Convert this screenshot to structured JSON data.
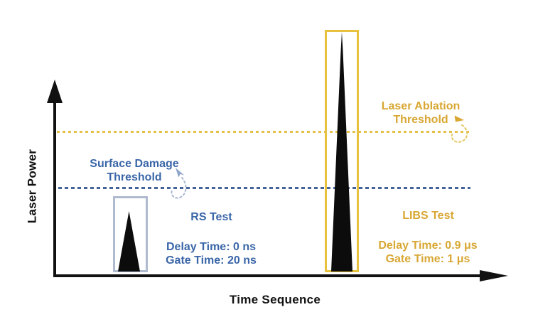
{
  "axes": {
    "y_label": "Laser Power",
    "x_label": "Time Sequence"
  },
  "thresholds": {
    "ablation": {
      "line1": "Laser Ablation",
      "line2": "Threshold",
      "color": "#D8A733"
    },
    "surface": {
      "line1": "Surface Damage",
      "line2": "Threshold",
      "color": "#3A66A8"
    }
  },
  "tests": {
    "rs": {
      "name": "RS Test",
      "delay_time": "Delay Time: 0 ns",
      "gate_time": "Gate Time: 20 ns"
    },
    "libs": {
      "name": "LIBS Test",
      "delay_time": "Delay Time: 0.9 μs",
      "gate_time": "Gate Time: 1 μs"
    }
  },
  "colors": {
    "gold_text": "#D8A733",
    "gold_dashed_line": "#E5C14A",
    "gold_gate_box": "#E6C23F",
    "blue_text": "#3A66A8",
    "blue_dashed_line": "#44639B",
    "blue_gate_box": "#AFBACF",
    "pulse_peak": "#0C0C0C",
    "axis": "#111111",
    "background": "#FFFFFF"
  }
}
